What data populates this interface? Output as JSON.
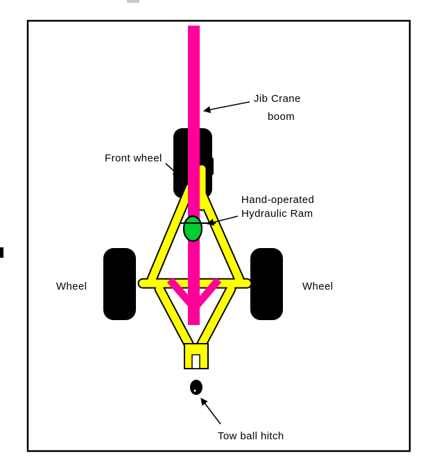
{
  "diagram": {
    "labels": {
      "jib_crane_line1": "Jib Crane",
      "jib_crane_line2": "boom",
      "front_wheel": "Front wheel",
      "ram_line1": "Hand-operated",
      "ram_line2": "Hydraulic Ram",
      "wheel_left": "Wheel",
      "wheel_right": "Wheel",
      "tow_ball_hitch": "Tow ball hitch"
    },
    "colors": {
      "boom_pink": "#FF0099",
      "frame_yellow": "#FFFF00",
      "ram_green": "#00CC33",
      "wheel_black": "#000000",
      "outline_black": "#000000",
      "background": "#FFFFFF"
    }
  }
}
